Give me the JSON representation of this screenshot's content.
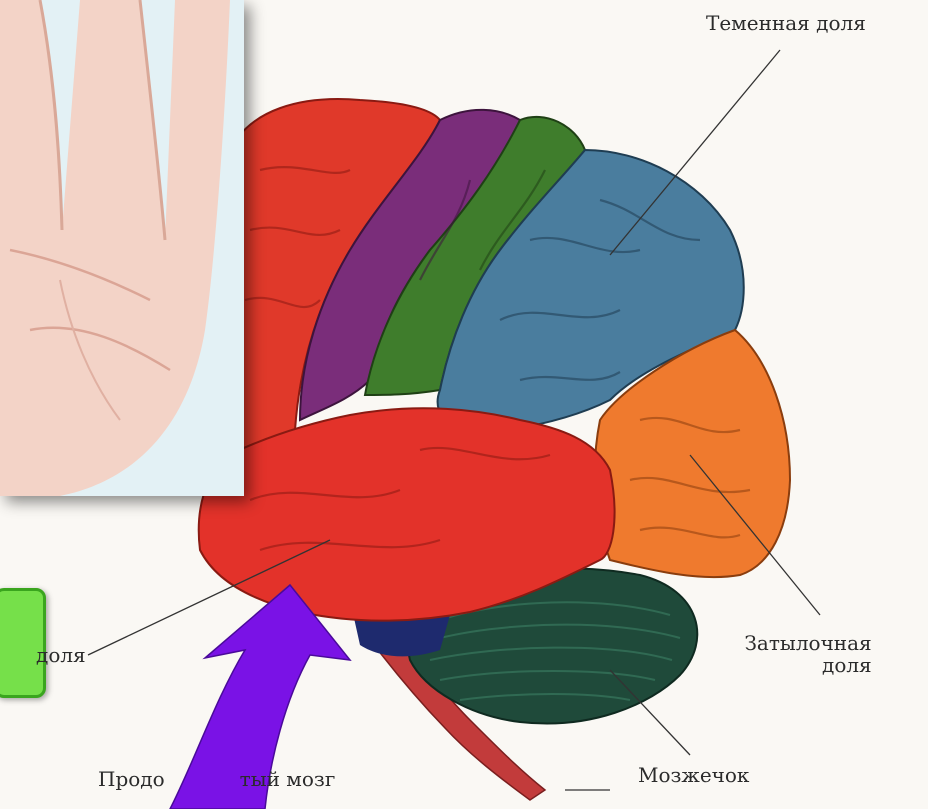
{
  "labels": {
    "parietal": "Теменная доля",
    "occipital_line1": "Затылочная",
    "occipital_line2": "доля",
    "cerebellum": "Мозжечок",
    "medulla_left": "Продо",
    "medulla_right": "тый мозг",
    "temporal_partial": "доля"
  },
  "colors": {
    "background": "#faf8f4",
    "frontal": "#e0392a",
    "motor": "#7a2d7a",
    "sensory": "#3f7d2c",
    "parietal": "#4a7d9e",
    "occipital": "#ef7a2e",
    "temporal": "#e3322a",
    "cerebellum": "#1f4a3a",
    "brainstem": "#c23b3b",
    "arrow": "#7a12e6",
    "green_tab": "#76e04a"
  },
  "icons": {
    "arrow": "curved-up-arrow-icon",
    "photo": "palm-hand-photo"
  }
}
